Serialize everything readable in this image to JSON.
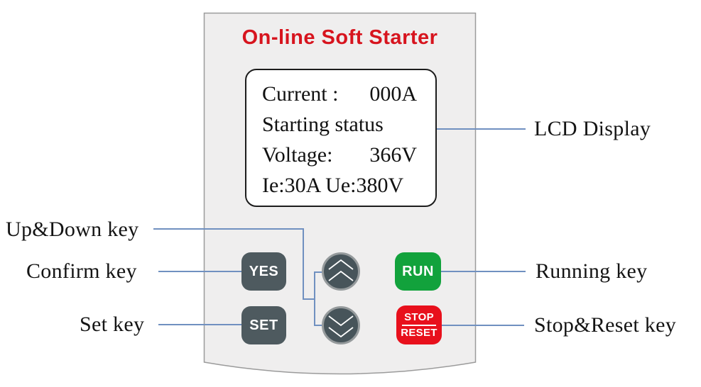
{
  "device": {
    "title": "On-line Soft Starter"
  },
  "lcd": {
    "rows": [
      {
        "label": "Current :",
        "value": "000A"
      },
      {
        "label": "Starting status",
        "value": ""
      },
      {
        "label": "Voltage:",
        "value": "366V"
      },
      {
        "label": "Ie:30A Ue:380V",
        "value": ""
      }
    ]
  },
  "buttons": {
    "yes": "YES",
    "set": "SET",
    "run": "RUN",
    "stop": "STOP",
    "reset": "RESET"
  },
  "callouts": {
    "lcd": "LCD Display",
    "up_down": "Up&Down key",
    "confirm": "Confirm key",
    "set": "Set key",
    "running": "Running key",
    "stop_reset": "Stop&Reset key"
  },
  "icons": {
    "up": "double-chevron-up",
    "down": "double-chevron-down"
  },
  "colors": {
    "title_red": "#d7141e",
    "button_dark": "#4e5a5f",
    "circle_dark": "#47545a",
    "circle_ring": "#959a9c",
    "run_green": "#12a23c",
    "stop_red": "#e8101c",
    "callout_blue": "#7090c0",
    "panel_fill": "#efeeee",
    "panel_stroke": "#9b9b9b",
    "lcd_border": "#1c1c1c",
    "label_text": "#141414"
  }
}
